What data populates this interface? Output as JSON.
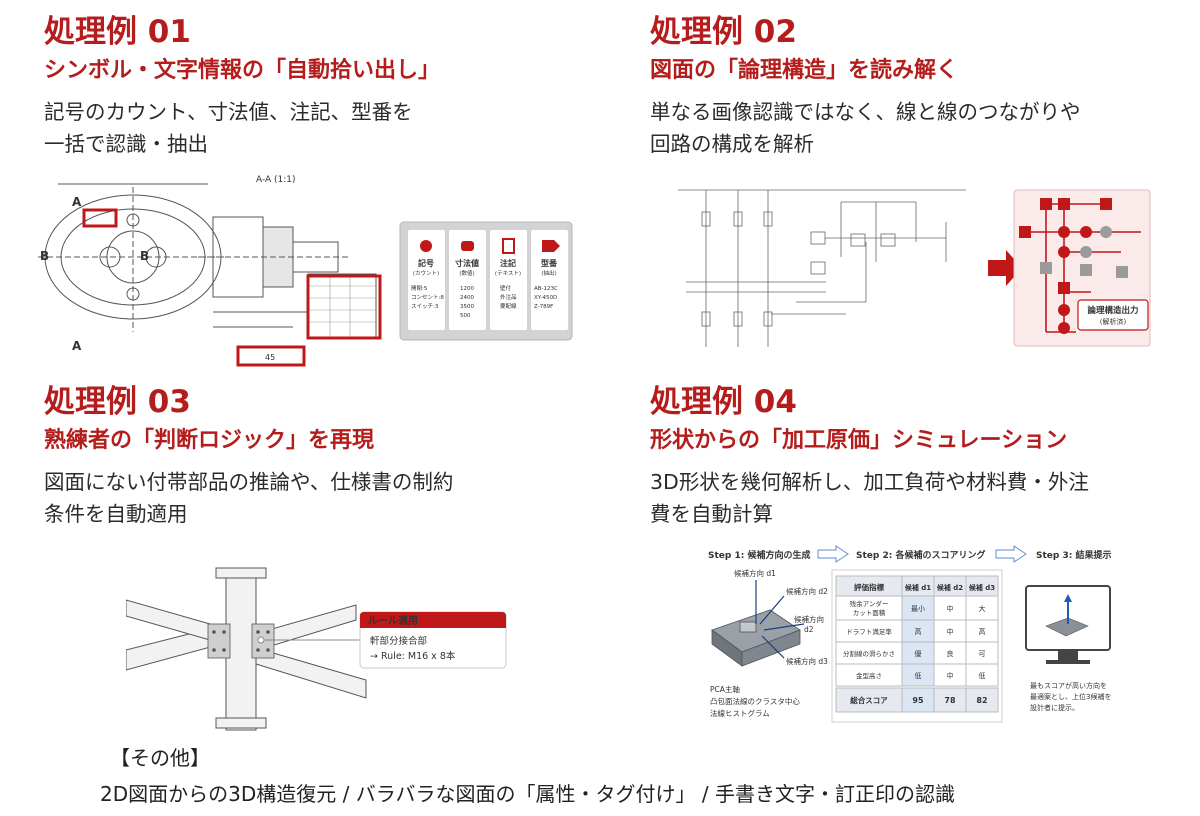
{
  "cases": [
    {
      "title": "処理例 01",
      "subtitle": "シンボル・文字情報の「自動拾い出し」",
      "description": "記号のカウント、寸法値、注記、型番を\n一括で認識・抽出",
      "figure": {
        "section_label": "A-A (1:1)",
        "cards": [
          {
            "icon": "gear-icon",
            "title": "記号",
            "subtitle": "(カウント)",
            "lines": [
              "開閉:5",
              "コンセント:8",
              "スイッチ:3"
            ]
          },
          {
            "icon": "tape-measure-icon",
            "title": "寸法値",
            "subtitle": "(数値)",
            "lines": [
              "1200",
              "2400",
              "3500",
              "500"
            ]
          },
          {
            "icon": "clipboard-icon",
            "title": "注記",
            "subtitle": "(テキスト)",
            "lines": [
              "壁付",
              "外注品",
              "要配線"
            ]
          },
          {
            "icon": "tag-icon",
            "title": "型番",
            "subtitle": "(抽出)",
            "lines": [
              "AB-123C",
              "XY-450D",
              "Z-789F"
            ]
          }
        ]
      }
    },
    {
      "title": "処理例 02",
      "subtitle": "図面の「論理構造」を読み解く",
      "description": "単なる画像認識ではなく、線と線のつながりや\n回路の構成を解析",
      "figure": {
        "output_label": "論理構造出力",
        "output_sub": "(解析済)"
      }
    },
    {
      "title": "処理例 03",
      "subtitle": "熟練者の「判断ロジック」を再現",
      "description": "図面にない付帯部品の推論や、仕様書の制約\n条件を自動適用",
      "figure": {
        "rule_header": "ルール適用",
        "rule_line1": "軒部分接合部",
        "rule_line2": "→ Rule: M16 x 8本"
      }
    },
    {
      "title": "処理例 04",
      "subtitle": "形状からの「加工原価」シミュレーション",
      "description": "3D形状を幾何解析し、加工負荷や材料費・外注\n費を自動計算",
      "figure": {
        "steps": [
          "Step 1: 候補方向の生成",
          "Step 2: 各候補のスコアリング",
          "Step 3: 結果提示"
        ],
        "directions": [
          "候補方向 d1",
          "候補方向 d2",
          "候補方向",
          "d2",
          "候補方向 d3"
        ],
        "bullets": [
          "PCA主軸",
          "凸包面法線のクラスタ中心",
          "法線ヒストグラム"
        ],
        "table": {
          "headers": [
            "評価指標",
            "候補 d1",
            "候補 d2",
            "候補 d3"
          ],
          "rows": [
            [
              "残余アンダーカット面積",
              "最小",
              "中",
              "大"
            ],
            [
              "ドラフト満足率",
              "高",
              "中",
              "高"
            ],
            [
              "分割線の滑らかさ",
              "優",
              "良",
              "可"
            ],
            [
              "金型高さ",
              "低",
              "中",
              "低"
            ]
          ],
          "total": [
            "総合スコア",
            "95",
            "78",
            "82"
          ]
        },
        "result_text": [
          "最もスコアが高い方向を",
          "最適案とし、上位3候補を",
          "設計者に提示。"
        ]
      }
    }
  ],
  "other": {
    "label": "【その他】",
    "text": "2D図面からの3D構造復元 / バラバラな図面の「属性・タグ付け」 / 手書き文字・訂正印の認識"
  },
  "colors": {
    "accent": "#b51c1c",
    "text": "#2b2b2b",
    "table_blue": "#dbe6f5",
    "score_orange": "#e08a2a"
  }
}
